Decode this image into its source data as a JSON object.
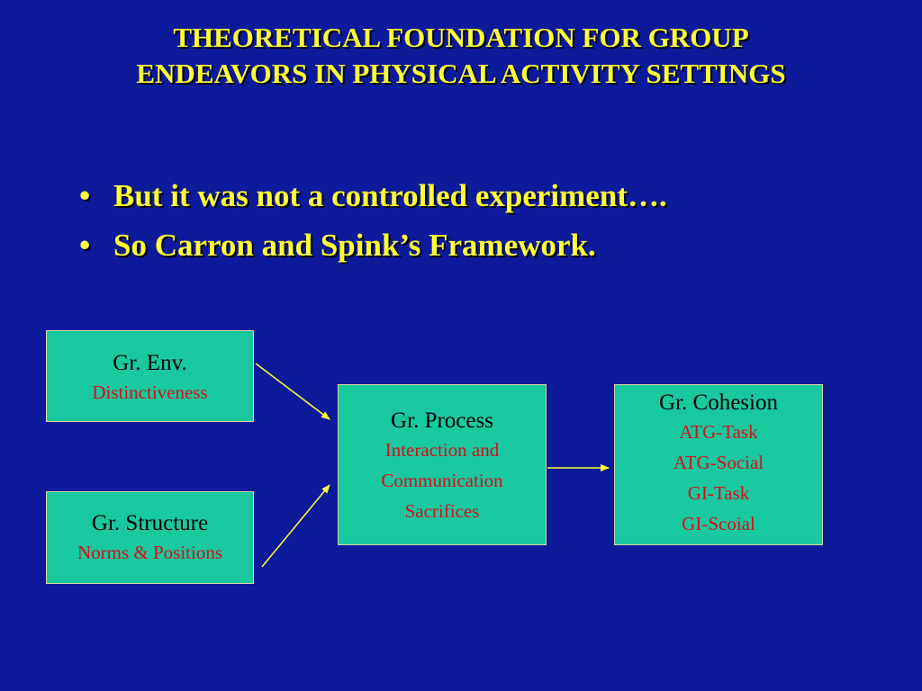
{
  "slide": {
    "title_line1": "THEORETICAL FOUNDATION FOR GROUP",
    "title_line2": "ENDEAVORS IN PHYSICAL ACTIVITY SETTINGS",
    "bullet_symbol": "•",
    "bullets": [
      "But it was not a controlled experiment….",
      "So Carron and Spink’s Framework."
    ]
  },
  "diagram": {
    "env": {
      "label": "Gr. Env.",
      "sub": "Distinctiveness"
    },
    "structure": {
      "label": "Gr. Structure",
      "sub": "Norms & Positions"
    },
    "process": {
      "label": "Gr. Process",
      "items": [
        "Interaction and",
        "Communication",
        "Sacrifices"
      ]
    },
    "cohesion": {
      "label": "Gr. Cohesion",
      "items": [
        "ATG-Task",
        "ATG-Social",
        "GI-Task",
        "GI-Scoial"
      ]
    }
  },
  "colors": {
    "background": "#0d1a9a",
    "title_text": "#ffff33",
    "box_fill": "#18c9a0",
    "box_label": "#000000",
    "box_sub": "#d6101a",
    "arrow": "#ffff33"
  }
}
